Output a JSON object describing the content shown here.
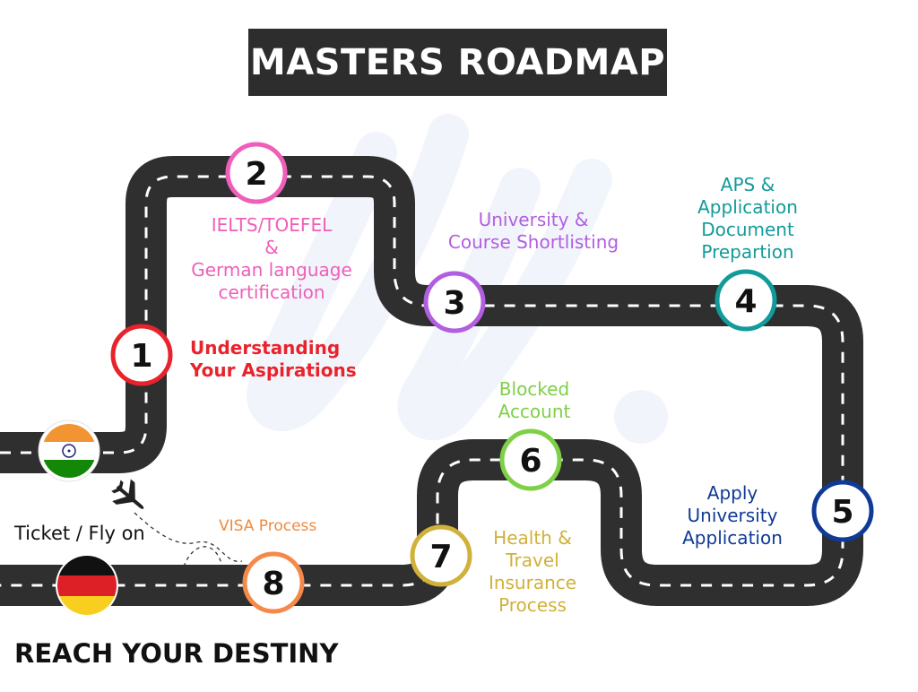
{
  "title": "MASTERS ROADMAP",
  "footer": "REACH YOUR DESTINY",
  "ticket_label": "Ticket / Fly on",
  "visa_label": "VISA Process",
  "colors": {
    "road": "#2f2f2f",
    "title_bg": "#2d2d2d",
    "step1": "#e8232c",
    "step2": "#ee5fb9",
    "step3": "#b25ee0",
    "step4": "#139a9a",
    "step5": "#0f3a96",
    "step6": "#7ed046",
    "step7": "#d0b13a",
    "step8": "#f5894a"
  },
  "steps": [
    {
      "number": "1",
      "label_lines": [
        "Understanding",
        "Your Aspirations"
      ]
    },
    {
      "number": "2",
      "label_lines": [
        "IELTS/TOEFEL",
        "&",
        "German language",
        "certification"
      ]
    },
    {
      "number": "3",
      "label_lines": [
        "University &",
        "Course Shortlisting"
      ]
    },
    {
      "number": "4",
      "label_lines": [
        "APS &",
        "Application",
        "Document",
        "Prepartion"
      ]
    },
    {
      "number": "5",
      "label_lines": [
        "Apply",
        "University",
        "Application"
      ]
    },
    {
      "number": "6",
      "label_lines": [
        "Blocked",
        "Account"
      ]
    },
    {
      "number": "7",
      "label_lines": [
        "Health &",
        "Travel",
        "Insurance",
        "Process"
      ]
    },
    {
      "number": "8",
      "label_lines": []
    }
  ],
  "icons": [
    "india-flag-icon",
    "germany-flag-icon",
    "airplane-icon",
    "watermark-logo"
  ]
}
